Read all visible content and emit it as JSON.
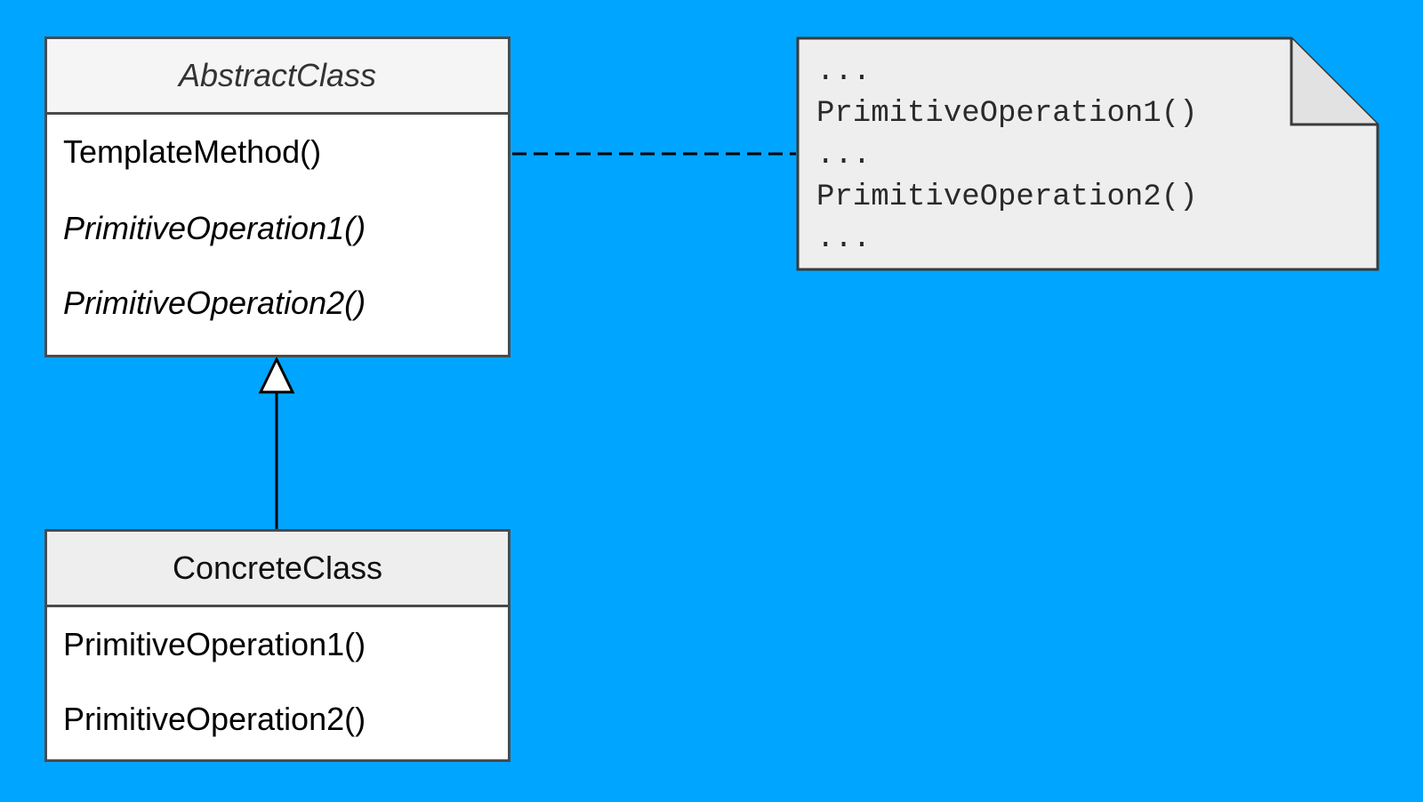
{
  "colors": {
    "background": "#00a5ff",
    "box_border": "#4b4b4b",
    "box_fill": "#ffffff",
    "note_fill": "#eeeeee"
  },
  "abstract_class": {
    "name": "AbstractClass",
    "operations": [
      {
        "label": "TemplateMethod()",
        "abstract": false
      },
      {
        "label": "PrimitiveOperation1()",
        "abstract": true
      },
      {
        "label": "PrimitiveOperation2()",
        "abstract": true
      }
    ]
  },
  "concrete_class": {
    "name": "ConcreteClass",
    "operations": [
      {
        "label": "PrimitiveOperation1()"
      },
      {
        "label": "PrimitiveOperation2()"
      }
    ]
  },
  "note": {
    "lines": [
      "...",
      "PrimitiveOperation1()",
      "...",
      "PrimitiveOperation2()",
      "..."
    ]
  },
  "relations": [
    {
      "type": "generalization",
      "from": "ConcreteClass",
      "to": "AbstractClass"
    },
    {
      "type": "note-attachment",
      "from": "TemplateMethod()",
      "to": "note"
    }
  ]
}
